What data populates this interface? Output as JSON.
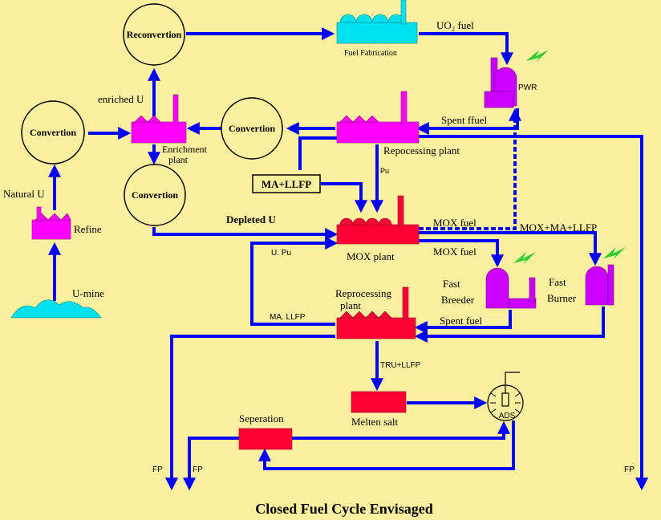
{
  "title": "Closed Fuel Cycle Envisaged",
  "colors": {
    "background": "#FCF0A0",
    "flow": "#0000FF",
    "plant_magenta": "#FF00FF",
    "reactor_purple": "#CC00FF",
    "process_red": "#FF0033",
    "fabrication_cyan": "#00E0F0",
    "mine_cyan": "#00E0F0",
    "lightning_green": "#33CC33"
  },
  "nodes": {
    "reconvertion": "Reconvertion",
    "convertion_left": "Convertion",
    "convertion_mid": "Convertion",
    "convertion_low": "Convertion",
    "enrichment_label": [
      "Enrichment",
      "plant"
    ],
    "fuel_fabrication": "Fuel Fabrication",
    "pwr": "PWR",
    "reprocessing_plant_top": "Repocessing plant",
    "ma_llfp_box": "MA+LLFP",
    "mox_plant": "MOX plant",
    "fast_breeder": [
      "Fast",
      "Breeder"
    ],
    "fast_burner": [
      "Fast",
      "Burner"
    ],
    "reprocessing_plant_low": [
      "Reprocessing",
      "plant"
    ],
    "melten_salt": "Melten salt",
    "seperation": "Seperation",
    "ads": "ADS",
    "refine": "Refine",
    "u_mine": "U-mine"
  },
  "flow_labels": {
    "natural_u": "Natural U",
    "enriched_u": "enriched U",
    "uo2_fuel": "UO₂ fuel",
    "spent_ffuel": "Spent ffuel",
    "pu": "Pu",
    "depleted_u": "Depleted U",
    "mox_fuel_1": "MOX fuel",
    "mox_ma_llfp": "MOX+MA+LLFP",
    "mox_fuel_2": "MOX fuel",
    "u_pu": "U. Pu",
    "ma_llfp_line": "MA. LLFP",
    "spent_fuel_low": "Spent  fuel",
    "tru_llfp": "TRU+LLFP",
    "fp_1": "FP",
    "fp_2": "FP",
    "fp_3": "FP"
  }
}
